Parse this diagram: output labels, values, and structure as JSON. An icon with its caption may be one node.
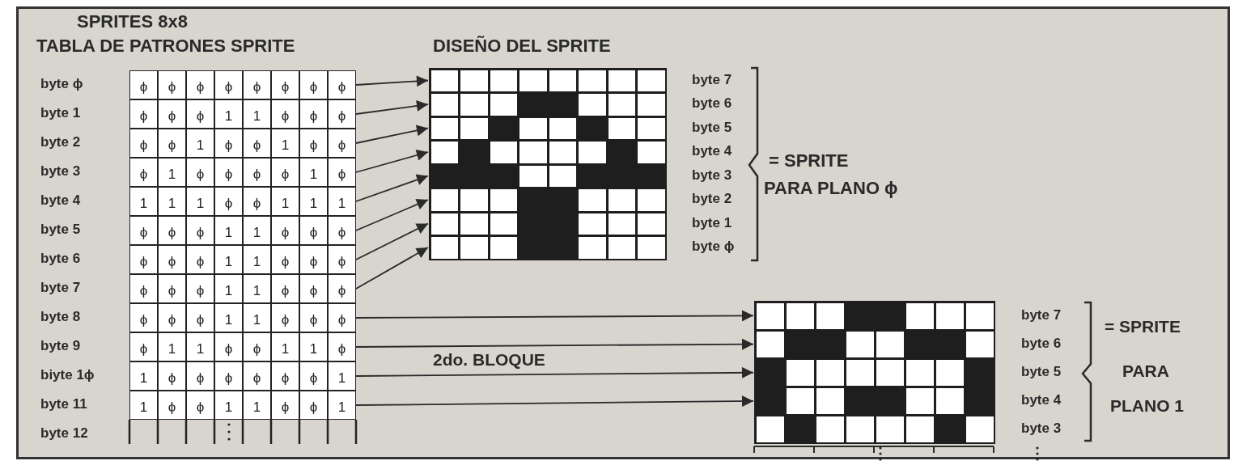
{
  "diagram": {
    "title": "SPRITES 8x8",
    "nodes": [
      {
        "text": [
          "byte ϕ",
          "ϕ",
          "ϕ",
          "ϕ",
          "ϕ",
          "ϕ",
          "ϕ",
          "ϕ",
          "ϕ"
        ]
      },
      {
        "text": [
          "byte 1",
          "ϕ",
          "ϕ",
          "ϕ",
          "1",
          "1",
          "ϕ",
          "ϕ",
          "ϕ"
        ]
      },
      {
        "text": [
          "byte 2",
          "ϕ",
          "ϕ",
          "1",
          "ϕ",
          "ϕ",
          "1",
          "ϕ",
          "ϕ"
        ]
      },
      {
        "text": [
          "byte 3",
          "ϕ",
          "1",
          "ϕ",
          "ϕ",
          "ϕ",
          "ϕ",
          "1",
          "ϕ"
        ]
      },
      {
        "text": [
          "byte 4",
          "1",
          "1",
          "1",
          "ϕ",
          "ϕ",
          "1",
          "1",
          "1"
        ]
      },
      {
        "text": [
          "byte 5",
          "ϕ",
          "ϕ",
          "ϕ",
          "1",
          "1",
          "ϕ",
          "ϕ",
          "ϕ"
        ]
      },
      {
        "text": [
          "byte 6",
          "ϕ",
          "ϕ",
          "ϕ",
          "1",
          "1",
          "ϕ",
          "ϕ",
          "ϕ"
        ]
      },
      {
        "text": [
          "byte 7",
          "ϕ",
          "ϕ",
          "ϕ",
          "1",
          "1",
          "ϕ",
          "ϕ",
          "ϕ"
        ]
      },
      {
        "text": [
          "byte 8",
          "ϕ",
          "ϕ",
          "ϕ",
          "1",
          "1",
          "ϕ",
          "ϕ",
          "ϕ"
        ]
      },
      {
        "text": [
          "byte 9",
          "ϕ",
          "1",
          "1",
          "ϕ",
          "ϕ",
          "1",
          "1",
          "ϕ"
        ]
      },
      {
        "text": [
          "biyte 1ϕ",
          "1",
          "ϕ",
          "ϕ",
          "ϕ",
          "ϕ",
          "ϕ",
          "ϕ",
          "1"
        ]
      },
      {
        "text": [
          "byte 11",
          "1",
          "ϕ",
          "ϕ",
          "1",
          "1",
          "ϕ",
          "ϕ",
          "1"
        ]
      },
      {
        "text": [
          "byte 12"
        ]
      },
      {
        "text": [],
        "shape": "bar",
        "beside": [
          "byte 7"
        ]
      },
      {
        "text": [],
        "shape": "bar",
        "beside": [
          "byte 6"
        ]
      },
      {
        "text": [],
        "shape": "bar",
        "beside": [
          "byte 5"
        ]
      },
      {
        "text": [],
        "shape": "bar",
        "beside": [
          "byte 4"
        ]
      },
      {
        "text": [],
        "shape": "bar",
        "beside": [
          "byte 3"
        ]
      },
      {
        "text": [],
        "shape": "bar",
        "beside": [
          "byte 2"
        ]
      },
      {
        "text": [],
        "shape": "bar",
        "beside": [
          "byte 1"
        ]
      },
      {
        "text": [],
        "shape": "bar",
        "beside": [
          "byte ϕ"
        ]
      },
      {
        "text": [],
        "shape": "bar",
        "beside": [
          "byte 7"
        ]
      },
      {
        "text": [],
        "shape": "bar",
        "beside": [
          "byte 6"
        ]
      },
      {
        "text": [],
        "shape": "bar",
        "beside": [
          "byte 5"
        ]
      },
      {
        "text": [],
        "shape": "bar",
        "beside": [
          "byte 4"
        ]
      },
      {
        "text": [],
        "shape": "bar",
        "beside": [
          "byte 3"
        ]
      }
    ],
    "edges": [
      {
        "from": 0,
        "to": 13,
        "arrow": "to"
      },
      {
        "from": 1,
        "to": 14,
        "arrow": "to"
      },
      {
        "from": 2,
        "to": 15,
        "arrow": "to"
      },
      {
        "from": 3,
        "to": 16,
        "arrow": "to"
      },
      {
        "from": 4,
        "to": 17,
        "arrow": "to"
      },
      {
        "from": 5,
        "to": 18,
        "arrow": "to"
      },
      {
        "from": 6,
        "to": 19,
        "arrow": "to"
      },
      {
        "from": 7,
        "to": 20,
        "arrow": "to"
      },
      {
        "from": 8,
        "to": 21,
        "arrow": "to"
      },
      {
        "from": 9,
        "to": 22,
        "arrow": "to"
      },
      {
        "from": 10,
        "to": 23,
        "arrow": "to"
      },
      {
        "from": 11,
        "to": 24,
        "arrow": "to"
      }
    ],
    "labels": [
      "TABLA DE PATRONES SPRITE",
      "DISEÑO DEL SPRITE",
      "= SPRITE",
      "PARA PLANO ϕ",
      "2do. BLOQUE",
      "= SPRITE",
      "PARA",
      "PLANO 1"
    ]
  }
}
